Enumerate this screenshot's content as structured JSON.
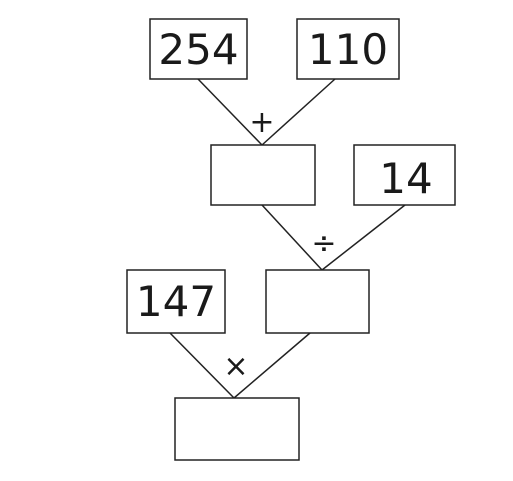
{
  "top": {
    "left_value": "254",
    "right_value": "110"
  },
  "ops": {
    "first": "+",
    "second": "÷",
    "third": "×"
  },
  "inputs": {
    "divisor": "14",
    "multiplier": "147"
  },
  "results": {
    "sum": "",
    "quotient": "",
    "product": ""
  }
}
